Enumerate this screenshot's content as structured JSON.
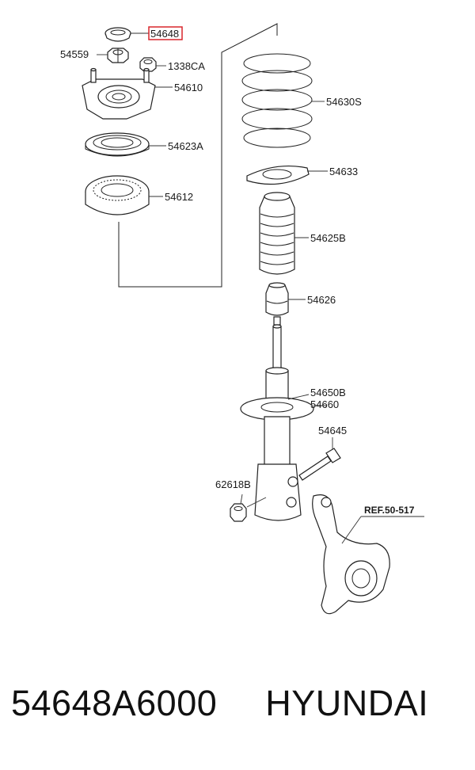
{
  "colors": {
    "highlight": "#d9262c",
    "ink": "#222222",
    "background": "#ffffff"
  },
  "labels": {
    "p54648": "54648",
    "p54559": "54559",
    "p1338CA": "1338CA",
    "p54610": "54610",
    "p54630S": "54630S",
    "p54623A": "54623A",
    "p54633": "54633",
    "p54612": "54612",
    "p54625B": "54625B",
    "p54626": "54626",
    "p54650B": "54650B",
    "p54660": "54660",
    "p54645": "54645",
    "p62618B": "62618B",
    "ref": "REF.50-517"
  },
  "caption": {
    "part_number": "54648A6000",
    "brand": "HYUNDAI"
  }
}
